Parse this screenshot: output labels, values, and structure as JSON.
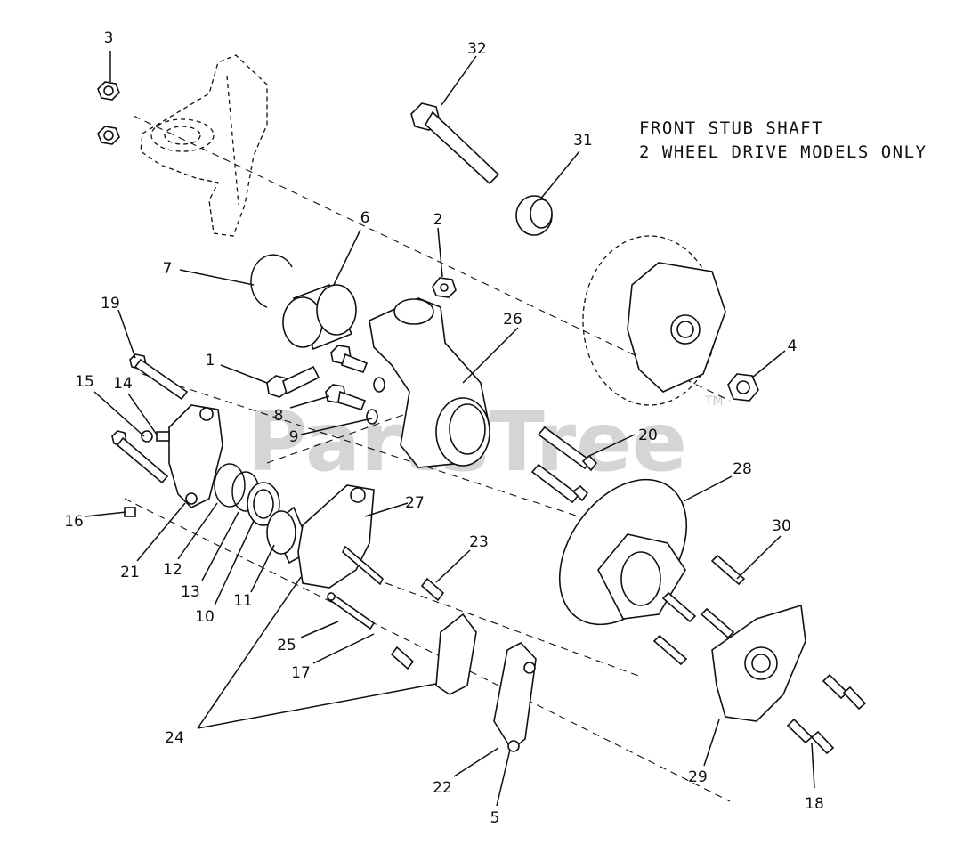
{
  "note": {
    "line1": "FRONT STUB SHAFT",
    "line2": "2 WHEEL DRIVE MODELS ONLY"
  },
  "watermark": {
    "text": "PartsTree",
    "trademark": "TM"
  },
  "callouts": [
    "1",
    "2",
    "3",
    "4",
    "5",
    "6",
    "7",
    "8",
    "9",
    "10",
    "11",
    "12",
    "13",
    "14",
    "15",
    "16",
    "17",
    "18",
    "19",
    "20",
    "21",
    "22",
    "23",
    "24",
    "25",
    "26",
    "27",
    "28",
    "29",
    "30",
    "31",
    "32"
  ]
}
